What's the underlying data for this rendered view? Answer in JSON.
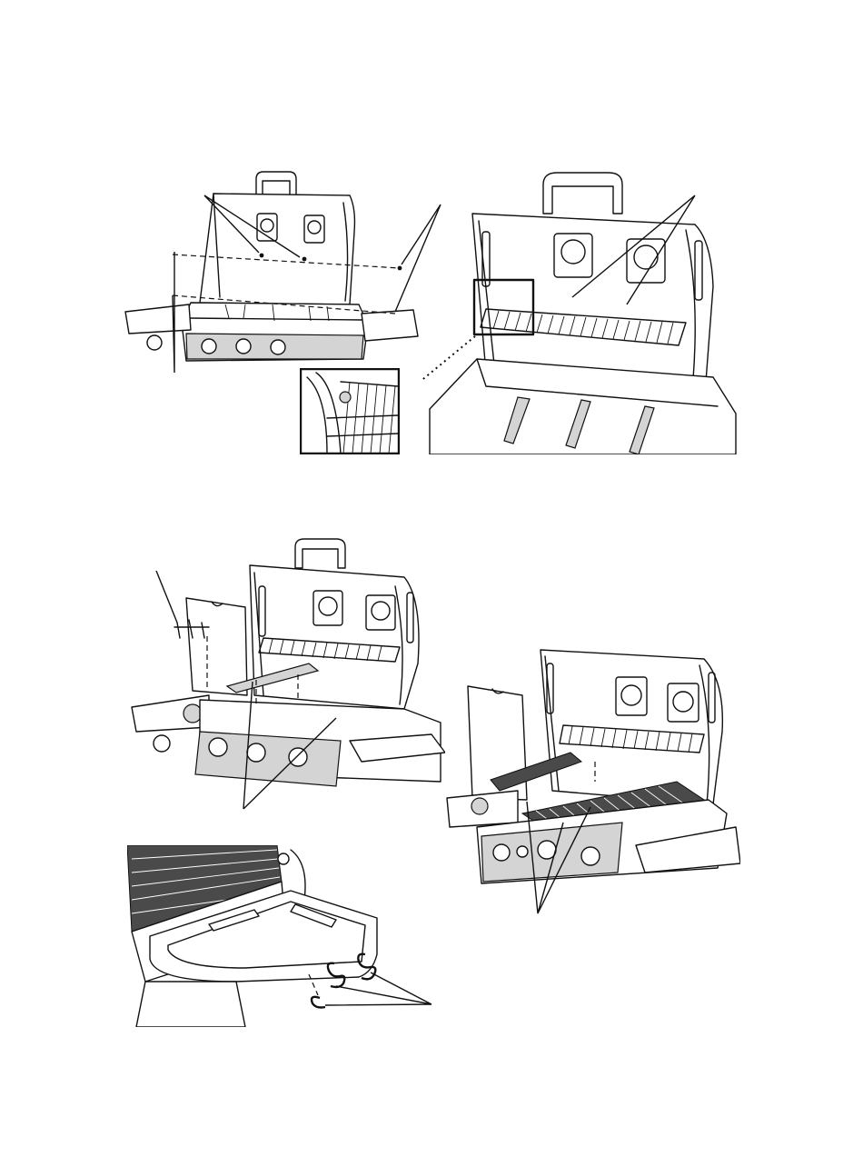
{
  "figures": [
    {
      "id": "fig-a",
      "subject": "grill-lid-hinge-pin-install"
    },
    {
      "id": "fig-b",
      "subject": "warming-rack-install"
    },
    {
      "id": "fig-c",
      "subject": "side-burner-and-heat-tent-install"
    },
    {
      "id": "fig-d",
      "subject": "cooking-grates-install"
    },
    {
      "id": "fig-e",
      "subject": "side-shelf-s-hooks-install"
    }
  ],
  "icons": [
    "arrow-icon",
    "knob-icon",
    "s-hook-icon",
    "magnifier-inset-icon"
  ],
  "colors": {
    "line": "#111111",
    "background": "#ffffff",
    "shade": "#d4d4d4"
  }
}
